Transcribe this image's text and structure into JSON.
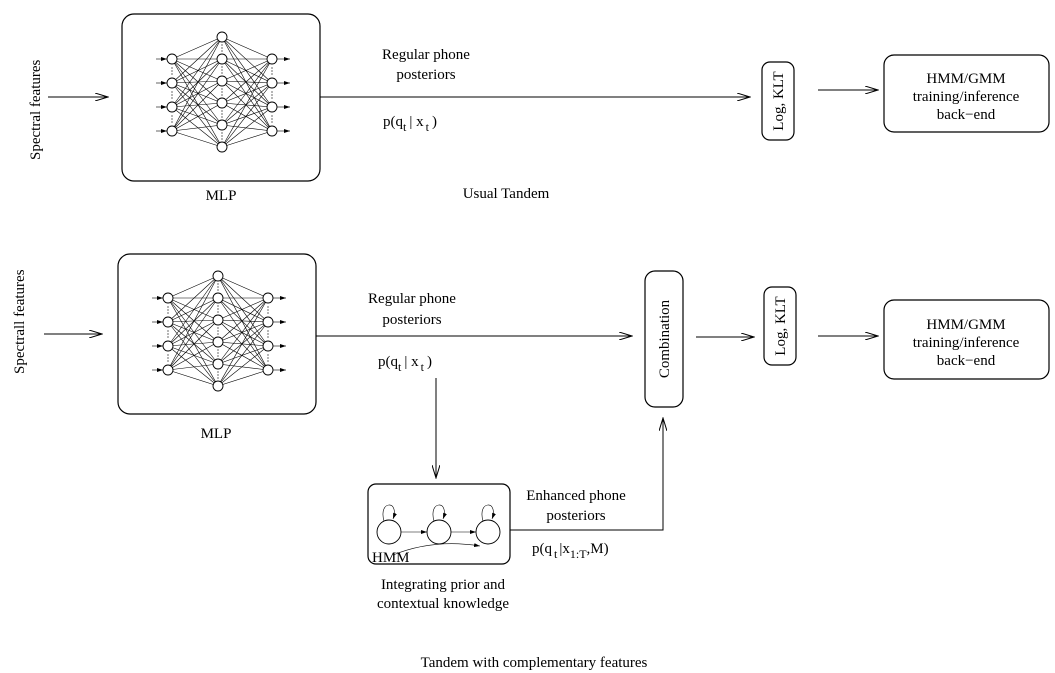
{
  "top": {
    "input_label": "Spectral features",
    "mlp_label": "MLP",
    "posteriors_line1": "Regular phone",
    "posteriors_line2": "posteriors",
    "posteriors_formula": "p(q",
    "posteriors_formula_sub_q": "t",
    "posteriors_formula_mid": "| x",
    "posteriors_formula_sub_x": "t",
    "posteriors_formula_end": ")",
    "log_klt": "Log, KLT",
    "backend_line1": "HMM/GMM",
    "backend_line2": "training/inference",
    "backend_line3": "back−end",
    "caption": "Usual Tandem"
  },
  "bottom": {
    "input_label": "Spectrall features",
    "mlp_label": "MLP",
    "posteriors_line1": "Regular phone",
    "posteriors_line2": "posteriors",
    "posteriors_formula": "p(q",
    "posteriors_formula_sub_q": "t",
    "posteriors_formula_mid": "| x",
    "posteriors_formula_sub_x": "t",
    "posteriors_formula_end": ")",
    "combination": "Combination",
    "log_klt": "Log, KLT",
    "backend_line1": "HMM/GMM",
    "backend_line2": "training/inference",
    "backend_line3": "back−end",
    "hmm_label": "HMM",
    "hmm_caption_line1": "Integrating prior and",
    "hmm_caption_line2": "contextual knowledge",
    "enhanced_line1": "Enhanced phone",
    "enhanced_line2": "posteriors",
    "enhanced_formula": "p(q",
    "enhanced_formula_sub_q": "t",
    "enhanced_formula_mid": "|x",
    "enhanced_formula_sub_x": "1:T",
    "enhanced_formula_end": ",M)",
    "caption": "Tandem with complementary features"
  }
}
